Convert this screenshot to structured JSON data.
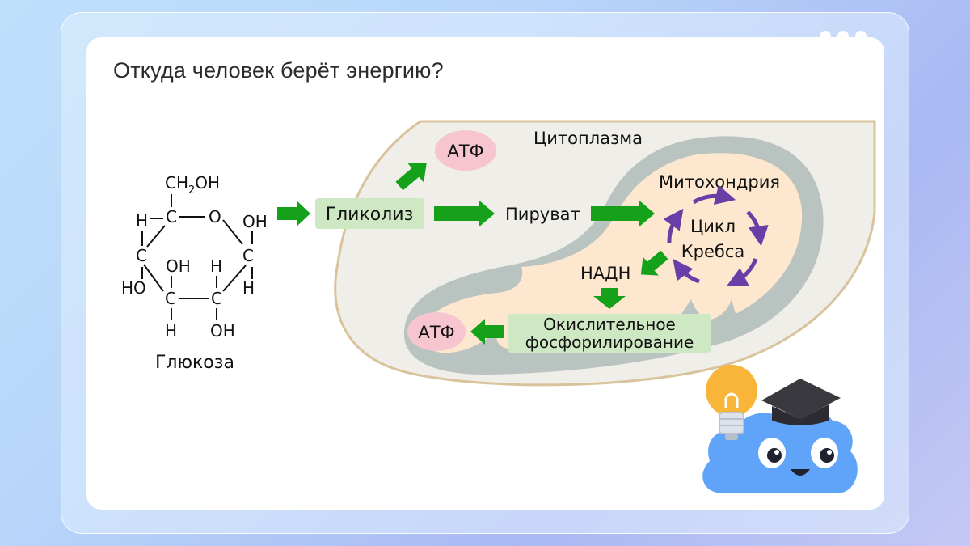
{
  "title": "Откуда человек берёт энергию?",
  "colors": {
    "arrow_green": "#15a11a",
    "krebs_arrow_purple": "#6a3ea7",
    "atp_pink": "#f6c5d0",
    "step_box_green": "#cfe8c4",
    "cytoplasm_fill": "#f0eee8",
    "cytoplasm_border": "#d8c39c",
    "mito_membrane": "#b9c3c0",
    "mito_matrix": "#fde8cf",
    "mascot_blue": "#5fa4f8",
    "bulb_yellow": "#f9b43a",
    "cap_dark": "#3b3940"
  },
  "glucose": {
    "label": "Глюкоза",
    "top_group_main": "CH",
    "top_group_sub": "2",
    "top_group_tail": "OH",
    "carbon": "C",
    "ring_oxygen": "O",
    "h": "H",
    "oh": "OH",
    "ho": "HO"
  },
  "diagram": {
    "cytoplasm": "Цитоплазма",
    "mitochondria": "Митохондрия",
    "glycolysis": "Гликолиз",
    "atp_top": "АТФ",
    "pyruvate": "Пируват",
    "krebs_line1": "Цикл",
    "krebs_line2": "Кребса",
    "nadh": "НАДН",
    "oxphos_line1": "Окислительное",
    "oxphos_line2": "фосфорилирование",
    "atp_bottom": "АТФ"
  },
  "mascot": {
    "icons": [
      "lightbulb-icon",
      "graduation-cap-icon",
      "cloud-mascot-icon"
    ]
  }
}
